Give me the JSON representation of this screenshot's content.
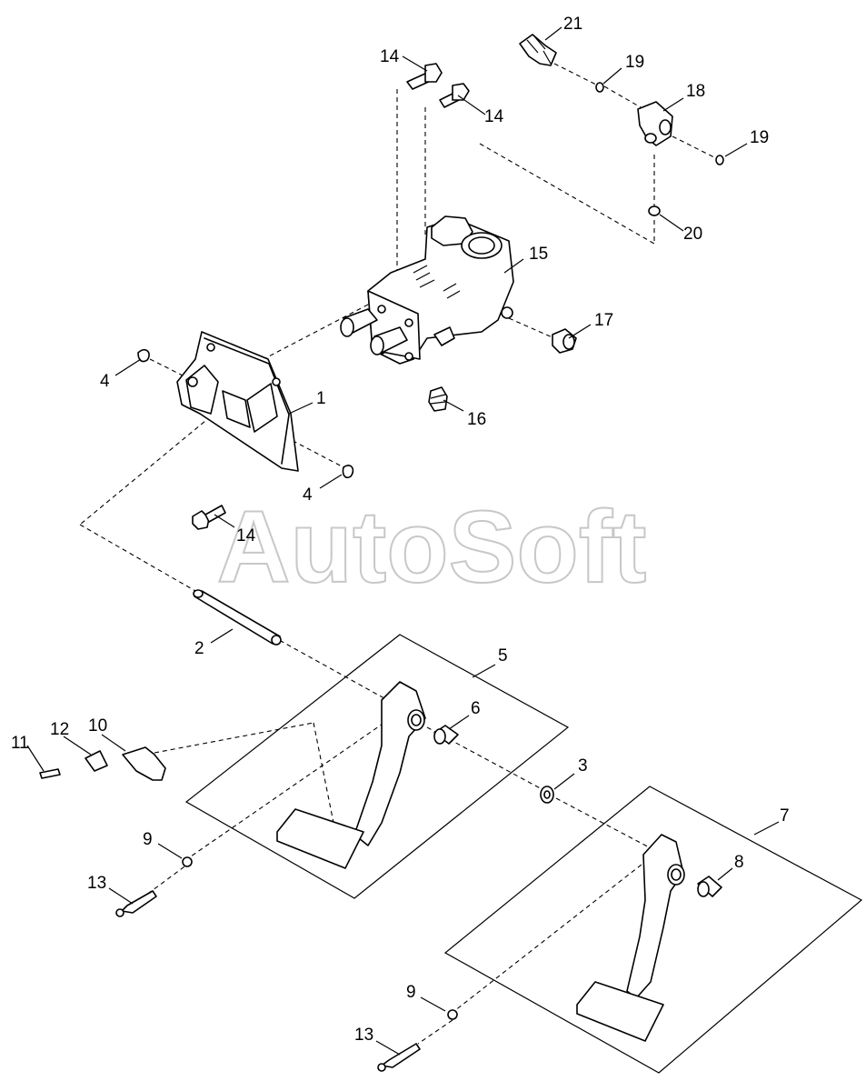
{
  "watermark": "AutoSoft",
  "callouts": {
    "c1": "1",
    "c2": "2",
    "c3": "3",
    "c4a": "4",
    "c4b": "4",
    "c5": "5",
    "c6": "6",
    "c7": "7",
    "c8": "8",
    "c9a": "9",
    "c9b": "9",
    "c10": "10",
    "c11": "11",
    "c12": "12",
    "c13a": "13",
    "c13b": "13",
    "c14a": "14",
    "c14b": "14",
    "c14c": "14",
    "c15": "15",
    "c16": "16",
    "c17": "17",
    "c18": "18",
    "c19a": "19",
    "c19b": "19",
    "c20": "20",
    "c21": "21"
  }
}
